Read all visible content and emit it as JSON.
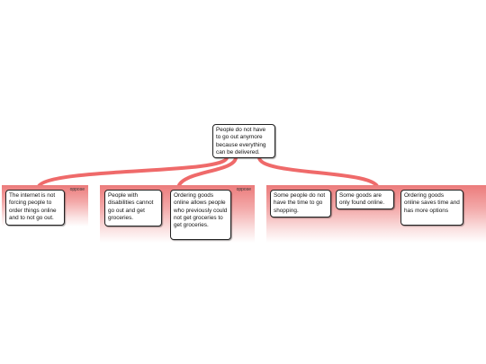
{
  "root": {
    "text": "People do not have to go out anymore because everything can be delivered."
  },
  "groups": [
    {
      "label": "oppose",
      "nodes": [
        {
          "text": "The internet is not forcing people to order things online and to not go out."
        }
      ]
    },
    {
      "label": "oppose",
      "nodes": [
        {
          "text": "People with disabilities cannot go out and get groceries."
        },
        {
          "text": "Ordering goods online allows people who previously could not get groceries to get groceries."
        }
      ]
    },
    {
      "label": "",
      "nodes": [
        {
          "text": "Some people do not have the time to go shopping."
        },
        {
          "text": "Some goods are only found online."
        },
        {
          "text": "Ordering goods online saves time and has more options"
        }
      ]
    }
  ],
  "colors": {
    "connector": "#ef6a6a",
    "group_top": "#ec7b7b"
  }
}
